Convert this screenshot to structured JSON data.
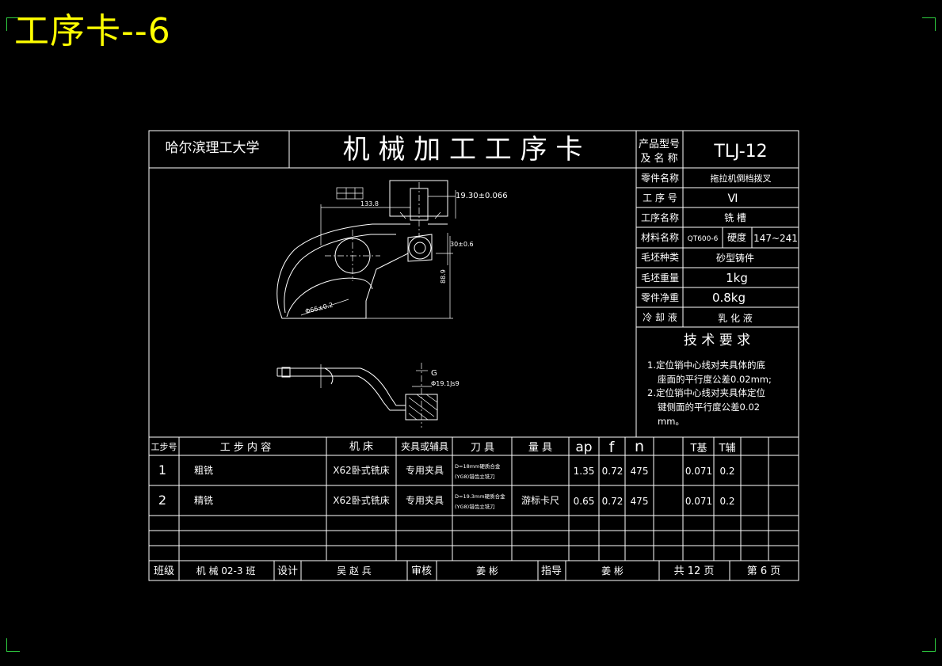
{
  "sheet_title": "工序卡--6",
  "header": {
    "university": "哈尔滨理工大学",
    "card_title": "机 械 加 工 工 序 卡",
    "product_label_1": "产品型号",
    "product_label_2": "及 名 称",
    "product_value": "TLJ-12"
  },
  "info_rows": [
    {
      "label": "零件名称",
      "value": "拖拉机倒档拨叉"
    },
    {
      "label": "工 序 号",
      "value": "Ⅵ"
    },
    {
      "label": "工序名称",
      "value": "铣   槽"
    },
    {
      "label": "材料名称",
      "value": "QT600-6",
      "extra_label": "硬度",
      "extra_value": "147~241"
    },
    {
      "label": "毛坯种类",
      "value": "砂型铸件"
    },
    {
      "label": "毛坯重量",
      "value": "1kg"
    },
    {
      "label": "零件净重",
      "value": "0.8kg"
    },
    {
      "label": "冷 却 液",
      "value": "乳 化 液"
    }
  ],
  "tech": {
    "title": "技 术 要 求",
    "line1": "1.定位销中心线对夹具体的底",
    "line2": "座面的平行度公差0.02mm;",
    "line3": "2.定位销中心线对夹具体定位",
    "line4": "键侧面的平行度公差0.02",
    "line5": "mm。"
  },
  "drawing": {
    "dim_width": "19.30±0.066",
    "dim_len": "133.8",
    "dim_r": "30±0.6",
    "dim_h": "88.9",
    "dim_dia": "Φ66±0.2",
    "dim_g": "G",
    "dim_hole": "Φ19.1Js9"
  },
  "ops_headers": {
    "step": "工步号",
    "content": "工 步 内 容",
    "machine": "机 床",
    "fixture": "夹具或辅具",
    "tool": "刀 具",
    "gauge": "量 具",
    "ap": "ap",
    "f": "f",
    "n": "n",
    "tbase": "T基",
    "taux": "T辅"
  },
  "ops_rows": [
    {
      "step": "1",
      "content": "粗铣",
      "machine": "X62卧式铣床",
      "fixture": "专用夹具",
      "tool1": "D=18mm硬质合金",
      "tool2": "(YG8)错齿立铣刀",
      "gauge": "",
      "ap": "1.35",
      "f": "0.72",
      "n": "475",
      "tbase": "0.071",
      "taux": "0.2"
    },
    {
      "step": "2",
      "content": "精铣",
      "machine": "X62卧式铣床",
      "fixture": "专用夹具",
      "tool1": "D=19.3mm硬质合金",
      "tool2": "(YG8)错齿立铣刀",
      "gauge": "游标卡尺",
      "ap": "0.65",
      "f": "0.72",
      "n": "475",
      "tbase": "0.071",
      "taux": "0.2"
    }
  ],
  "footer": {
    "class_label": "班级",
    "class_value": "机 械 02-3 班",
    "design_label": "设计",
    "design_value": "吴 赵 兵",
    "review_label": "审核",
    "review_value": "姜   彬",
    "guide_label": "指导",
    "guide_value": "姜   彬",
    "total": "共 12 页",
    "page": "第  6  页"
  }
}
